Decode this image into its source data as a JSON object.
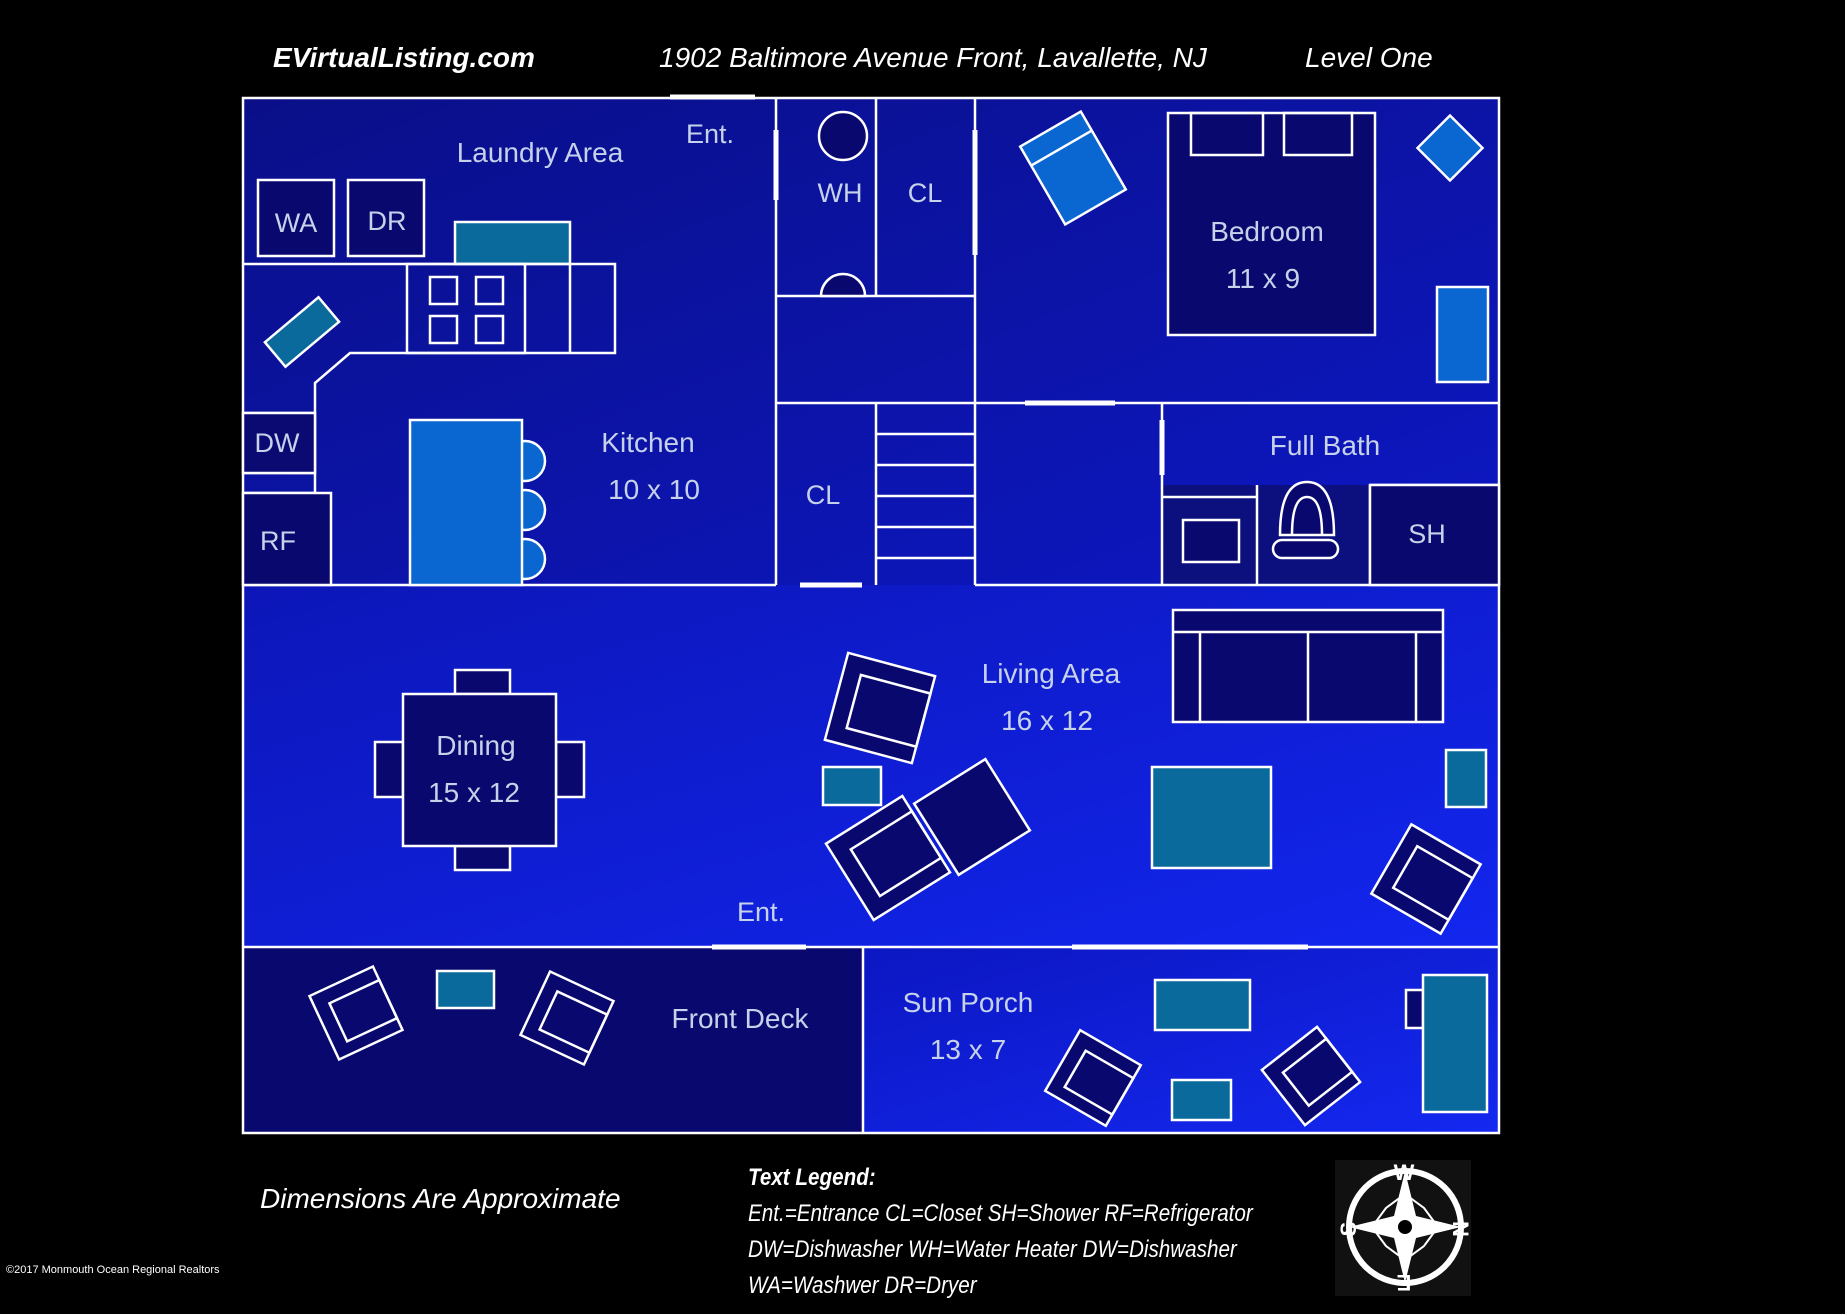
{
  "header": {
    "brand": "EVirtualListing.com",
    "address": "1902 Baltimore Avenue Front, Lavallette, NJ",
    "level": "Level One"
  },
  "rooms": {
    "laundry": {
      "name": "Laundry Area"
    },
    "kitchen": {
      "name": "Kitchen",
      "dims": "10 x 10"
    },
    "bedroom": {
      "name": "Bedroom",
      "dims": "11 x 9"
    },
    "full_bath": {
      "name": "Full Bath"
    },
    "dining": {
      "name": "Dining",
      "dims": "15 x 12"
    },
    "living": {
      "name": "Living Area",
      "dims": "16 x 12"
    },
    "front_deck": {
      "name": "Front Deck"
    },
    "sun_porch": {
      "name": "Sun Porch",
      "dims": "13 x 7"
    }
  },
  "fixtures": {
    "washer": "WA",
    "dryer": "DR",
    "dishwasher": "DW",
    "refrigerator": "RF",
    "water_heater": "WH",
    "closet_upper": "CL",
    "closet_lower": "CL",
    "shower": "SH",
    "entrance_top": "Ent.",
    "entrance_bottom": "Ent."
  },
  "footer": {
    "disclaimer": "Dimensions Are Approximate",
    "legend_title": "Text Legend:",
    "legend_lines": [
      "Ent.=Entrance CL=Closet SH=Shower  RF=Refrigerator",
      "DW=Dishwasher WH=Water Heater  DW=Dishwasher",
      "WA=Washwer DR=Dryer"
    ],
    "copyright": "©2017 Monmouth Ocean Regional Realtors"
  },
  "compass": {
    "n": "N",
    "s": "S",
    "e": "E",
    "w": "W"
  },
  "colors": {
    "background": "#000000",
    "deep_blue": "#0a0a78",
    "mid_blue": "#0b13b0",
    "bright_blue": "#0f1fe4",
    "furniture_light": "#0a66d0",
    "furniture_teal": "#0b6a9c",
    "outline": "#ffffff"
  }
}
